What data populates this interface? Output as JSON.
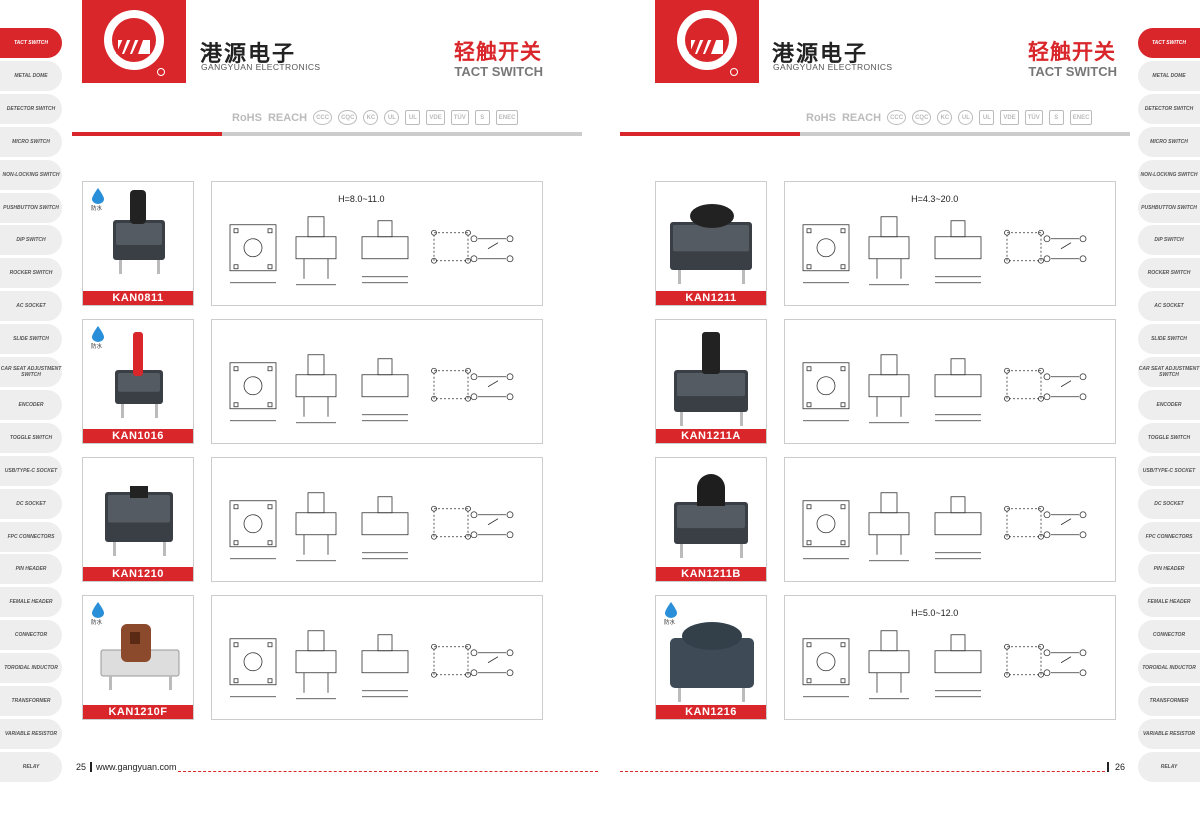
{
  "brand": {
    "name_cn": "港源电子",
    "name_en": "GANGYUAN ELECTRONICS"
  },
  "section": {
    "title_cn": "轻触开关",
    "title_en": "TACT SWITCH"
  },
  "certifications": [
    "RoHS",
    "REACH",
    "CCC",
    "CQC",
    "KC",
    "UL",
    "UL",
    "VDE",
    "TÜV",
    "S",
    "ENEC"
  ],
  "categories": [
    "TACT SWITCH",
    "METAL DOME",
    "DETECTOR SWITCH",
    "MICRO SWITCH",
    "NON-LOCKING SWITCH",
    "PUSHBUTTON SWITCH",
    "DIP SWITCH",
    "ROCKER SWITCH",
    "AC SOCKET",
    "SLIDE SWITCH",
    "CAR SEAT ADJUSTMENT SWITCH",
    "ENCODER",
    "TOGGLE SWITCH",
    "USB/Type-C SOCKET",
    "DC SOCKET",
    "FPC CONNECTORS",
    "PIN HEADER",
    "FEMALE HEADER",
    "CONNECTOR",
    "TOROIDAL INDUCTOR",
    "TRANSFORMER",
    "VARIABLE RESISTOR",
    "RELAY"
  ],
  "waterproof_label": "防水",
  "left_products": [
    {
      "model": "KAN0811",
      "height": "H=8.0~11.0",
      "waterproof": true
    },
    {
      "model": "KAN1016",
      "height": "",
      "waterproof": true
    },
    {
      "model": "KAN1210",
      "height": "",
      "waterproof": false
    },
    {
      "model": "KAN1210F",
      "height": "",
      "waterproof": true
    }
  ],
  "right_products": [
    {
      "model": "KAN1211",
      "height": "H=4.3~20.0",
      "waterproof": false
    },
    {
      "model": "KAN1211A",
      "height": "",
      "waterproof": false
    },
    {
      "model": "KAN1211B",
      "height": "",
      "waterproof": false
    },
    {
      "model": "KAN1216",
      "height": "H=5.0~12.0",
      "waterproof": true
    }
  ],
  "footer": {
    "website": "www.gangyuan.com",
    "page_left": "25",
    "page_right": "26"
  },
  "colors": {
    "brand_red": "#d9262b",
    "tab_gray": "#eeeeee",
    "rule_gray": "#cccccc"
  }
}
